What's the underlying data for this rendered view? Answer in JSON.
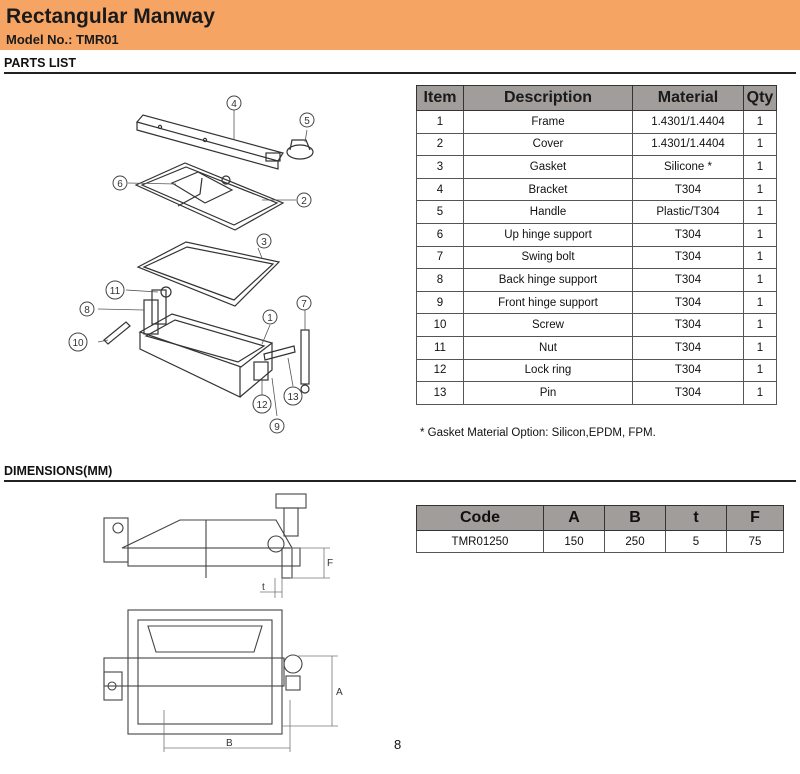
{
  "header": {
    "title": "Rectangular Manway",
    "model": "Model No.: TMR01"
  },
  "sections": {
    "parts": "PARTS LIST",
    "dimensions": "DIMENSIONS(MM)"
  },
  "parts_table": {
    "headers": [
      "Item",
      "Description",
      "Material",
      "Qty"
    ],
    "rows": [
      [
        "1",
        "Frame",
        "1.4301/1.4404",
        "1"
      ],
      [
        "2",
        "Cover",
        "1.4301/1.4404",
        "1"
      ],
      [
        "3",
        "Gasket",
        "Silicone *",
        "1"
      ],
      [
        "4",
        "Bracket",
        "T304",
        "1"
      ],
      [
        "5",
        "Handle",
        "Plastic/T304",
        "1"
      ],
      [
        "6",
        "Up hinge support",
        "T304",
        "1"
      ],
      [
        "7",
        "Swing bolt",
        "T304",
        "1"
      ],
      [
        "8",
        "Back hinge support",
        "T304",
        "1"
      ],
      [
        "9",
        "Front hinge support",
        "T304",
        "1"
      ],
      [
        "10",
        "Screw",
        "T304",
        "1"
      ],
      [
        "11",
        "Nut",
        "T304",
        "1"
      ],
      [
        "12",
        "Lock ring",
        "T304",
        "1"
      ],
      [
        "13",
        "Pin",
        "T304",
        "1"
      ]
    ]
  },
  "note": "* Gasket Material Option: Silicon,EPDM, FPM.",
  "dims_table": {
    "headers": [
      "Code",
      "A",
      "B",
      "t",
      "F"
    ],
    "rows": [
      [
        "TMR01250",
        "150",
        "250",
        "5",
        "75"
      ]
    ]
  },
  "drawing_labels": {
    "callouts": [
      "1",
      "2",
      "3",
      "4",
      "5",
      "6",
      "7",
      "8",
      "9",
      "10",
      "11",
      "12",
      "13"
    ],
    "dim_t": "t",
    "dim_f": "F",
    "dim_a": "A",
    "dim_b": "B"
  },
  "page_number": "8"
}
